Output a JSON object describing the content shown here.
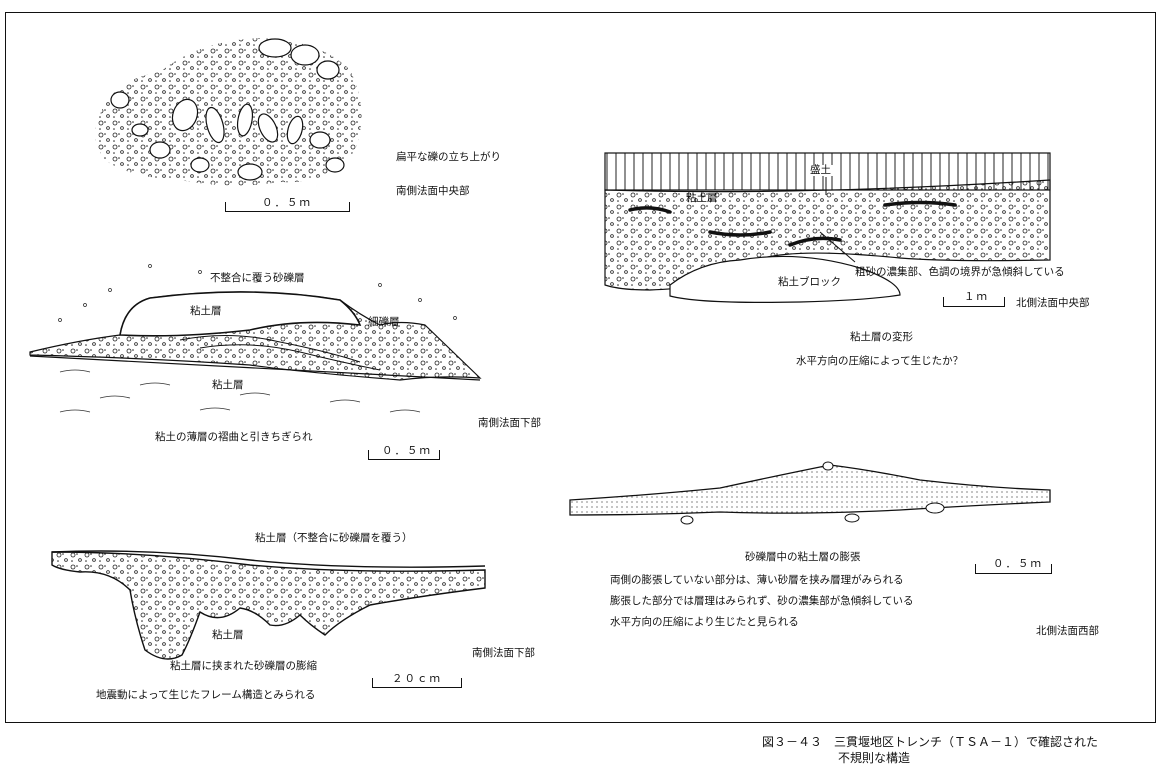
{
  "fig1": {
    "title": "扁平な礫の立ち上がり",
    "location": "南側法面中央部",
    "scale": "０．５ｍ"
  },
  "fig2": {
    "top_label": "不整合に覆う砂礫層",
    "clay_upper": "粘土層",
    "fine_gravel": "細礫層",
    "clay_lower": "粘土層",
    "location": "南側法面下部",
    "caption": "粘土の薄層の褶曲と引きちぎられ",
    "scale": "０．５ｍ"
  },
  "fig3": {
    "top_label": "粘土層（不整合に砂礫層を覆う）",
    "clay": "粘土層",
    "location": "南側法面下部",
    "caption1": "粘土層に挟まれた砂礫層の膨縮",
    "caption2": "地震動によって生じたフレーム構造とみられる",
    "scale": "２０ｃｍ"
  },
  "fig4": {
    "fill": "盛土",
    "clay": "粘土層",
    "note": "粗砂の濃集部、色調の境界が急傾斜している",
    "block": "粘土ブロック",
    "scale": "１ｍ",
    "location": "北側法面中央部",
    "caption1": "粘土層の変形",
    "caption2": "水平方向の圧縮によって生じたか？"
  },
  "fig5": {
    "title": "砂礫層中の粘土層の膨張",
    "line1": "両側の膨張していない部分は、薄い砂層を挟み層理がみられる",
    "line2": "膨張した部分では層理はみられず、砂の濃集部が急傾斜している",
    "line3": "水平方向の圧縮により生じたと見られる",
    "scale": "０．５ｍ",
    "location": "北側法面西部"
  },
  "figure_caption": {
    "line1": "図３－４３　三貫堰地区トレンチ（ＴＳＡ－１）で確認された",
    "line2": "不規則な構造"
  }
}
